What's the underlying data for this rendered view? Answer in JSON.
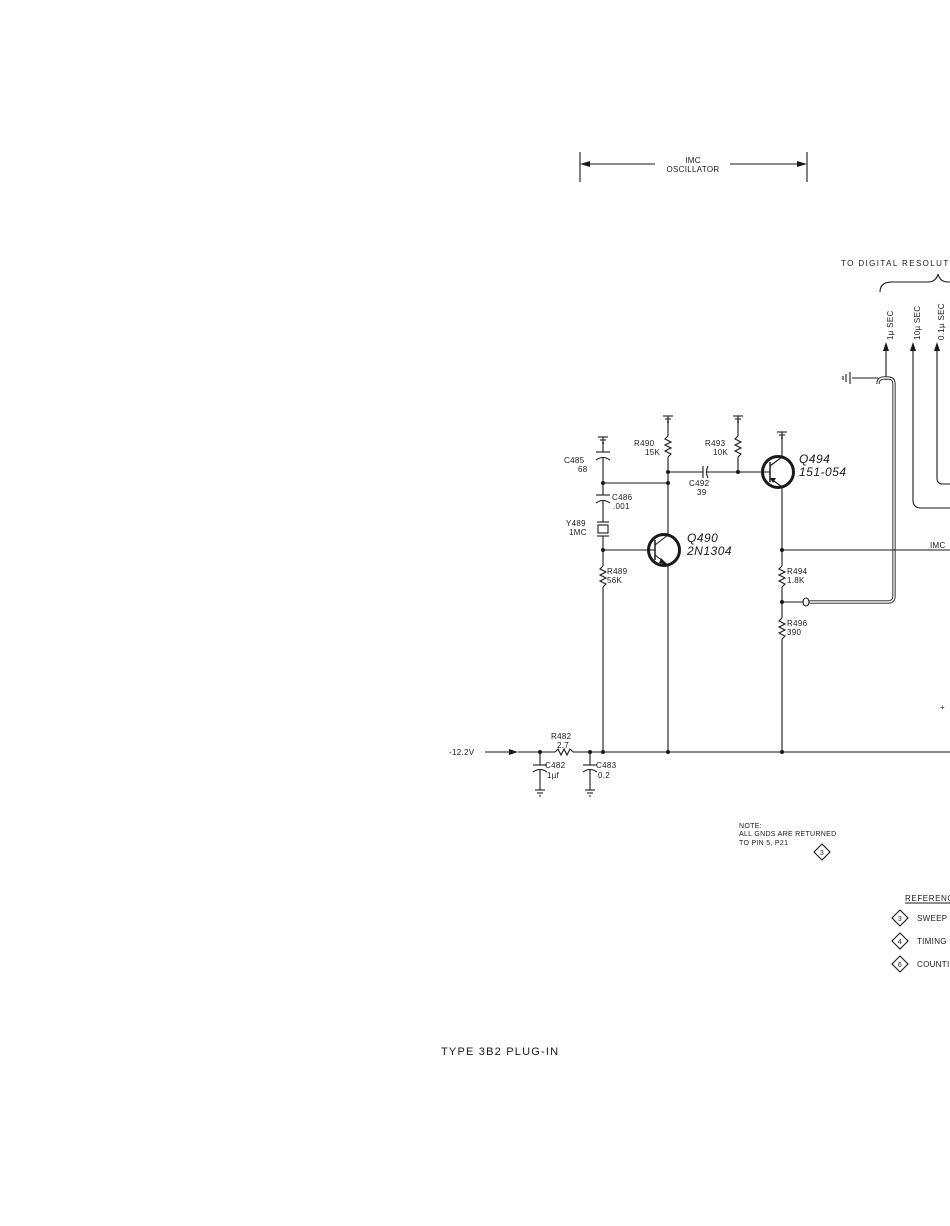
{
  "header": {
    "block_label_line1": "IMC",
    "block_label_line2": "OSCILLATOR",
    "bus_title": "TO DIGITAL RESOLUTI"
  },
  "outputs": [
    "1µ SEC",
    "10µ SEC",
    "0.1µ SEC"
  ],
  "components": {
    "c485": {
      "ref": "C485",
      "value": "68"
    },
    "c486": {
      "ref": "C486",
      "value": ".001"
    },
    "y489": {
      "ref": "Y489",
      "value": "1MC"
    },
    "r489": {
      "ref": "R489",
      "value": "56K"
    },
    "r490": {
      "ref": "R490",
      "value": "15K"
    },
    "r493": {
      "ref": "R493",
      "value": "10K"
    },
    "c492": {
      "ref": "C492",
      "value": "39"
    },
    "q490": {
      "ref": "Q490",
      "value": "2N1304"
    },
    "q494": {
      "ref": "Q494",
      "value": "151-054"
    },
    "r494": {
      "ref": "R494",
      "value": "1.8K"
    },
    "r496": {
      "ref": "R496",
      "value": "390"
    },
    "r482": {
      "ref": "R482",
      "value": "2.7"
    },
    "c482": {
      "ref": "C482",
      "value": "1µf"
    },
    "c483": {
      "ref": "C483",
      "value": "0.2"
    }
  },
  "rails": {
    "supply": "-12.2V",
    "net_imc": "IMC",
    "plus": "+"
  },
  "note": {
    "title": "NOTE:",
    "line1": "ALL GNDS ARE RETURNED",
    "line2": "TO PIN 5, P21",
    "ref_num": "3"
  },
  "references": {
    "title": "REFERENC",
    "items": [
      {
        "num": "3",
        "label": "SWEEP"
      },
      {
        "num": "4",
        "label": "TIMING"
      },
      {
        "num": "6",
        "label": "COUNTI"
      }
    ]
  },
  "footer": {
    "title": "TYPE 3B2 PLUG-IN"
  }
}
